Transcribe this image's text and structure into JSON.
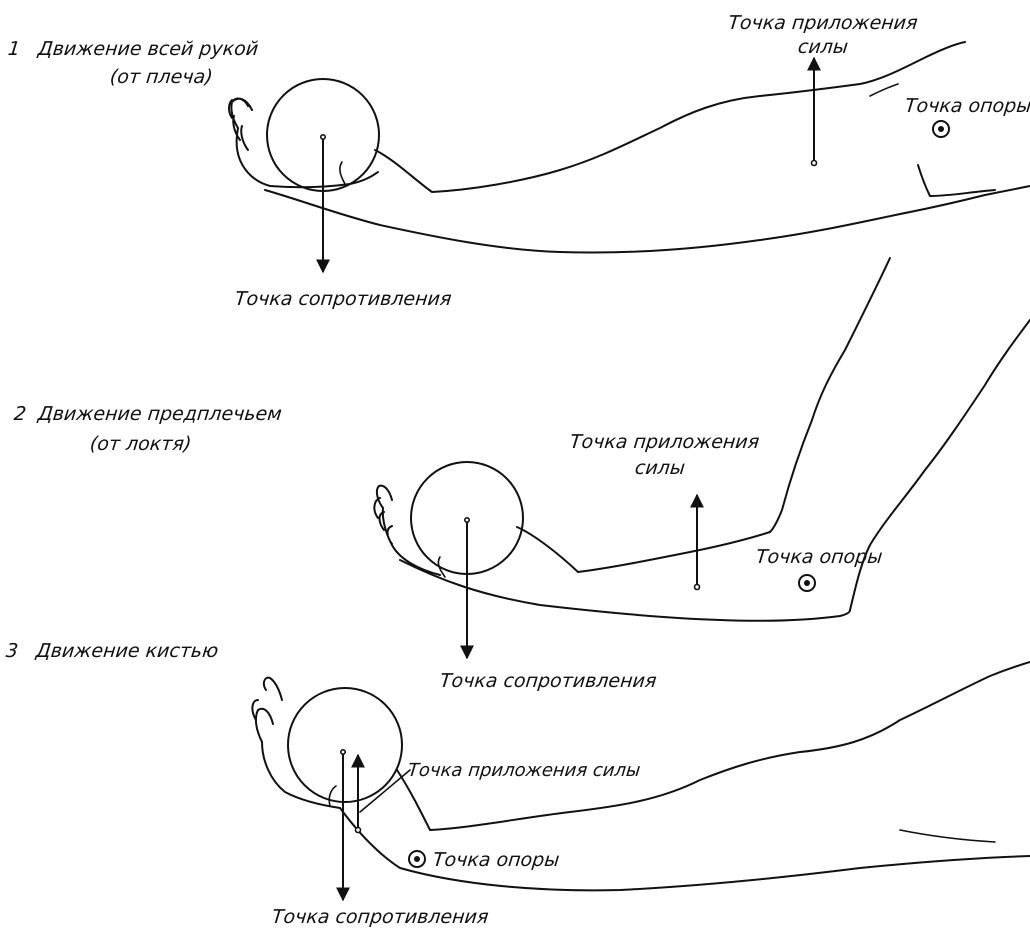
{
  "panels": [
    {
      "number": "1",
      "title": "Движение всей рукой",
      "subtitle": "(от плеча)",
      "force_point_line1": "Точка приложения",
      "force_point_line2": "силы",
      "fulcrum": "Точка опоры",
      "resistance": "Точка сопротивления"
    },
    {
      "number": "2",
      "title": "Движение предплечьем",
      "subtitle": "(от локтя)",
      "force_point_line1": "Точка приложения",
      "force_point_line2": "силы",
      "fulcrum": "Точка опоры",
      "resistance": "Точка сопротивления"
    },
    {
      "number": "3",
      "title": "Движение кистью",
      "force_point": "Точка приложения силы",
      "fulcrum": "Точка опоры",
      "resistance": "Точка сопротивления"
    }
  ],
  "colors": {
    "ink": "#111111",
    "paper": "#ffffff"
  }
}
